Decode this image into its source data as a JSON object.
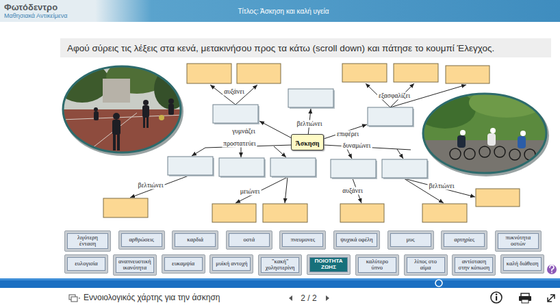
{
  "diagram": {
    "title": "Τίτλος: Άσκηση και καλή υγεία",
    "caption": "Εννοιολογικός χάρτης για την άσκηση",
    "nodes": [
      {
        "text": [
          "Φωτόδεντρο",
          "Μαθησιακά Αντικείμενα"
        ]
      },
      {
        "text": [
          "Αφού σύρεις τις λέξεις στα κενά, μετακινήσου προς τα κάτω (scroll down) και πάτησε το κουμπί Έλεγχος."
        ]
      },
      {
        "text": [
          "Άσκηση"
        ]
      },
      {
        "text": [
          "λιγότερη ένταση"
        ]
      },
      {
        "text": [
          "αρθρώσεις"
        ]
      },
      {
        "text": [
          "καρδιά"
        ]
      },
      {
        "text": [
          "οστά"
        ]
      },
      {
        "text": [
          "πνευμονες"
        ]
      },
      {
        "text": [
          "ψυχικά οφέλη"
        ]
      },
      {
        "text": [
          "μυς"
        ]
      },
      {
        "text": [
          "αρτηρίες"
        ]
      },
      {
        "text": [
          "πυκνότητα οστών"
        ]
      },
      {
        "text": [
          "ευλογισία"
        ]
      },
      {
        "text": [
          "αναπνευστική ικανότητα"
        ]
      },
      {
        "text": [
          "ευκαμψία"
        ]
      },
      {
        "text": [
          "μυϊκή αντοχή"
        ]
      },
      {
        "text": [
          "\"κακή\" χοληστερίνη"
        ]
      },
      {
        "text": [
          "ΠΟΙΟΤΗΤΑ ΖΩΗΣ"
        ]
      },
      {
        "text": [
          "καλύτερο ύπνο"
        ]
      },
      {
        "text": [
          "λίπος στο αίμα"
        ]
      },
      {
        "text": [
          "αντίσταση στην κόπωση"
        ]
      },
      {
        "text": [
          "καλή διάθεση"
        ]
      }
    ],
    "labels": [
      "αυξάνει",
      "εξασφαλίζει",
      "βελτιώνει",
      "γυμνάζει",
      "επιφέρει",
      "προστατεύει",
      "δυναμώνει",
      "βελτιώνει",
      "βελτιώνει",
      "μειώνει",
      "αυξάνει",
      "2 / 2"
    ]
  }
}
